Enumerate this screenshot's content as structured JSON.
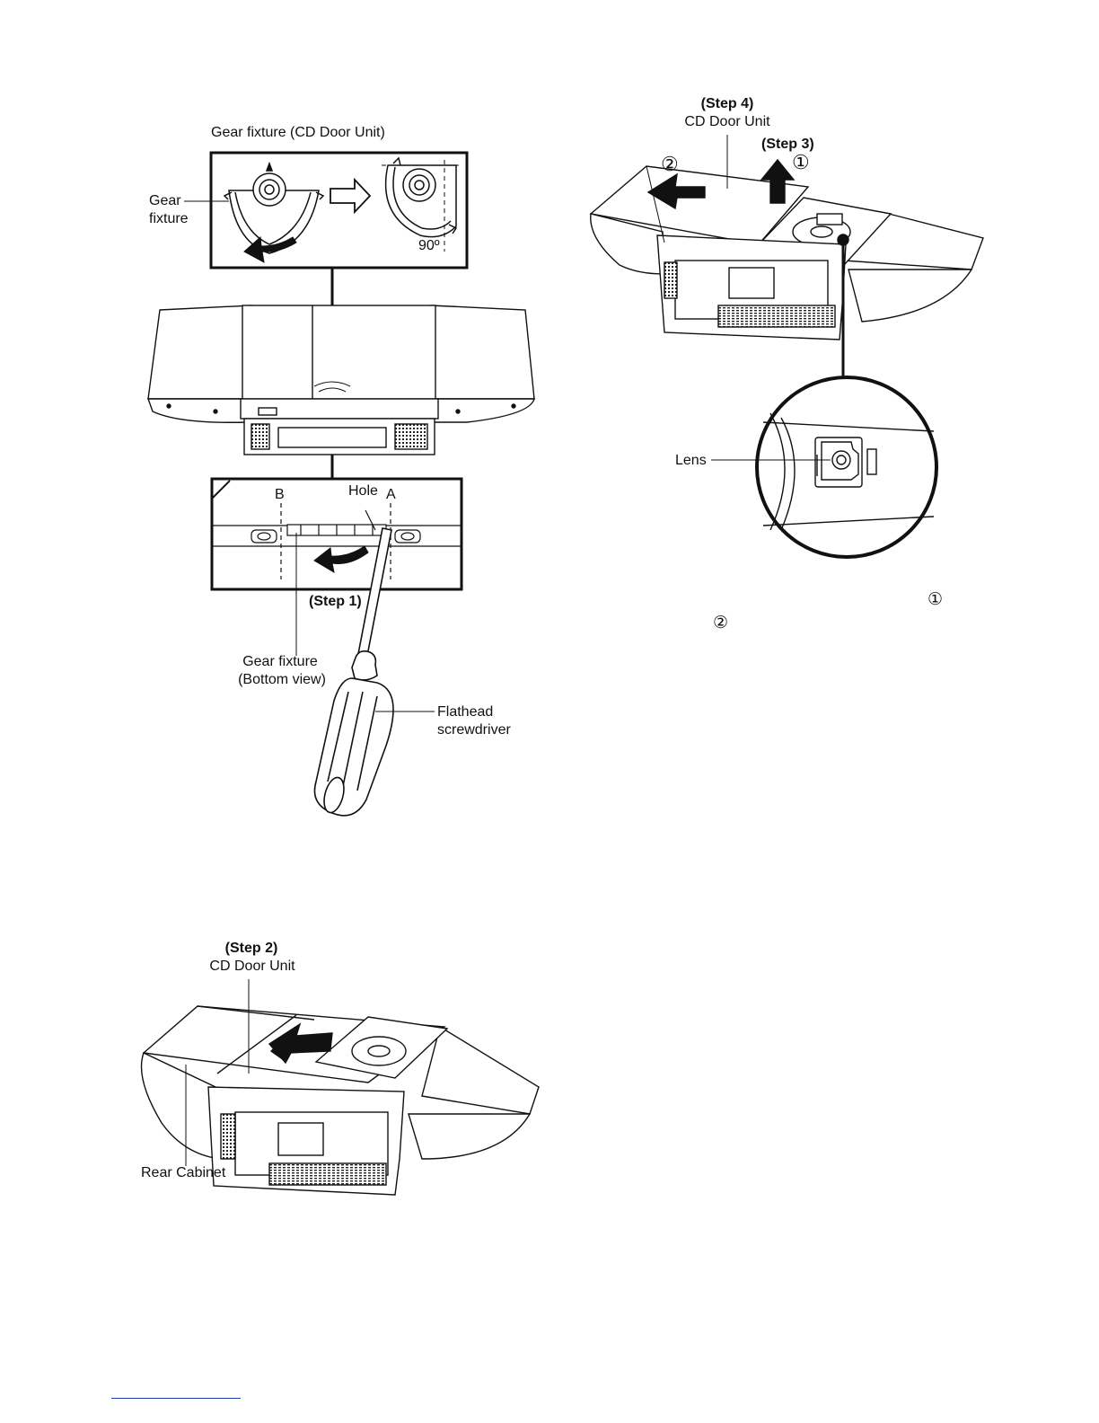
{
  "fig1": {
    "inset_top_title": "Gear fixture (CD Door Unit)",
    "gear_fixture_label_line1": "Gear",
    "gear_fixture_label_line2": "fixture",
    "angle_label": "90º",
    "bottom_inset": {
      "label_b": "B",
      "label_hole": "Hole",
      "label_a": "A",
      "step_label": "(Step 1)"
    },
    "gear_bottom_line1": "Gear fixture",
    "gear_bottom_line2": "(Bottom view)",
    "screwdriver_line1": "Flathead",
    "screwdriver_line2": "screwdriver"
  },
  "fig2": {
    "step_label": "(Step 2)",
    "unit_label": "CD Door Unit",
    "rear_cabinet_label": "Rear Cabinet"
  },
  "fig3": {
    "step4_label": "(Step 4)",
    "unit_label": "CD Door Unit",
    "step3_label": "(Step 3)",
    "circle_1": "①",
    "circle_2": "②",
    "lens_label": "Lens"
  },
  "notes": {
    "circle_1": "①",
    "circle_2": "②"
  },
  "colors": {
    "line": "#111111",
    "link": "#1b3fa8"
  }
}
